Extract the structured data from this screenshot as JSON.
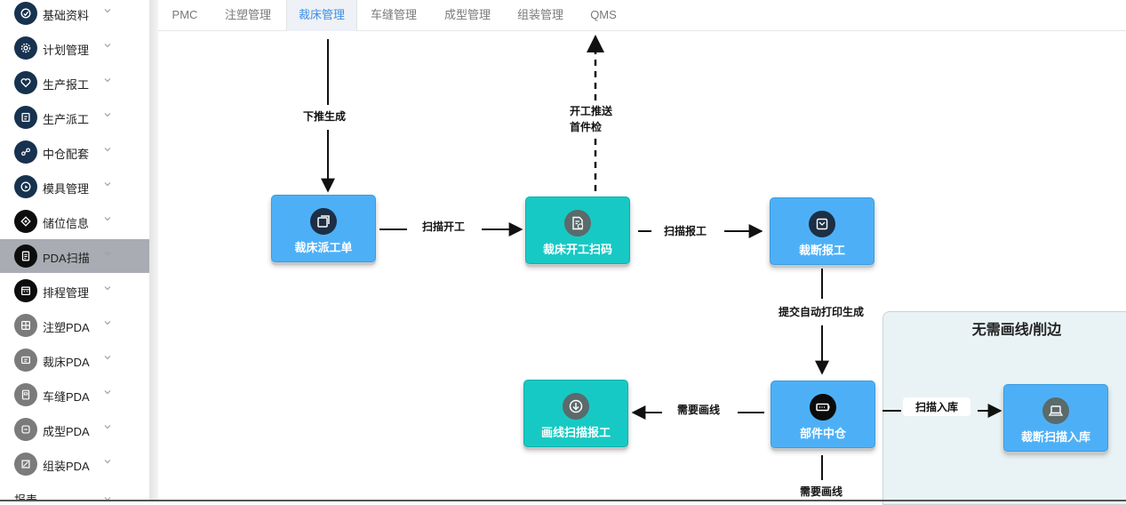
{
  "sidebar": {
    "items": [
      {
        "label": "基础资料",
        "icon": "database-icon"
      },
      {
        "label": "计划管理",
        "icon": "gear-icon"
      },
      {
        "label": "生产报工",
        "icon": "heart-icon"
      },
      {
        "label": "生产派工",
        "icon": "clipboard-icon"
      },
      {
        "label": "中仓配套",
        "icon": "share-icon"
      },
      {
        "label": "模具管理",
        "icon": "cursor-icon"
      },
      {
        "label": "储位信息",
        "icon": "location-icon"
      },
      {
        "label": "PDA扫描",
        "icon": "scan-icon"
      },
      {
        "label": "排程管理",
        "icon": "calendar-icon"
      },
      {
        "label": "注塑PDA",
        "icon": "grid-icon"
      },
      {
        "label": "裁床PDA",
        "icon": "cut-icon"
      },
      {
        "label": "车缝PDA",
        "icon": "sewing-icon"
      },
      {
        "label": "成型PDA",
        "icon": "mold-icon"
      },
      {
        "label": "组装PDA",
        "icon": "assemble-icon"
      }
    ],
    "active_index": 7,
    "report_label": "报表"
  },
  "tabs": [
    "PMC",
    "注塑管理",
    "裁床管理",
    "车缝管理",
    "成型管理",
    "组装管理",
    "QMS"
  ],
  "active_tab": "裁床管理",
  "flow": {
    "nodes": {
      "dispatch": "裁床派工单",
      "start_scan": "裁床开工扫码",
      "report": "裁断报工",
      "center_store": "部件中仓",
      "line_report": "画线扫描报工",
      "stock_in": "裁断扫描入库"
    },
    "edges": {
      "push_down": "下推生成",
      "start_push_1": "开工推送",
      "start_push_2": "首件检",
      "scan_start": "扫描开工",
      "scan_report": "扫描报工",
      "auto_print": "提交自动打印生成",
      "need_line_1": "需要画线",
      "need_line_2": "需要画线",
      "scan_in": "扫描入库"
    },
    "panel_title": "无需画线/削边"
  },
  "colors": {
    "node_blue": "#4db0f7",
    "node_teal": "#17c9c4",
    "tab_active_text": "#3e8fe6",
    "sidebar_active_bg": "#a9acb2"
  }
}
